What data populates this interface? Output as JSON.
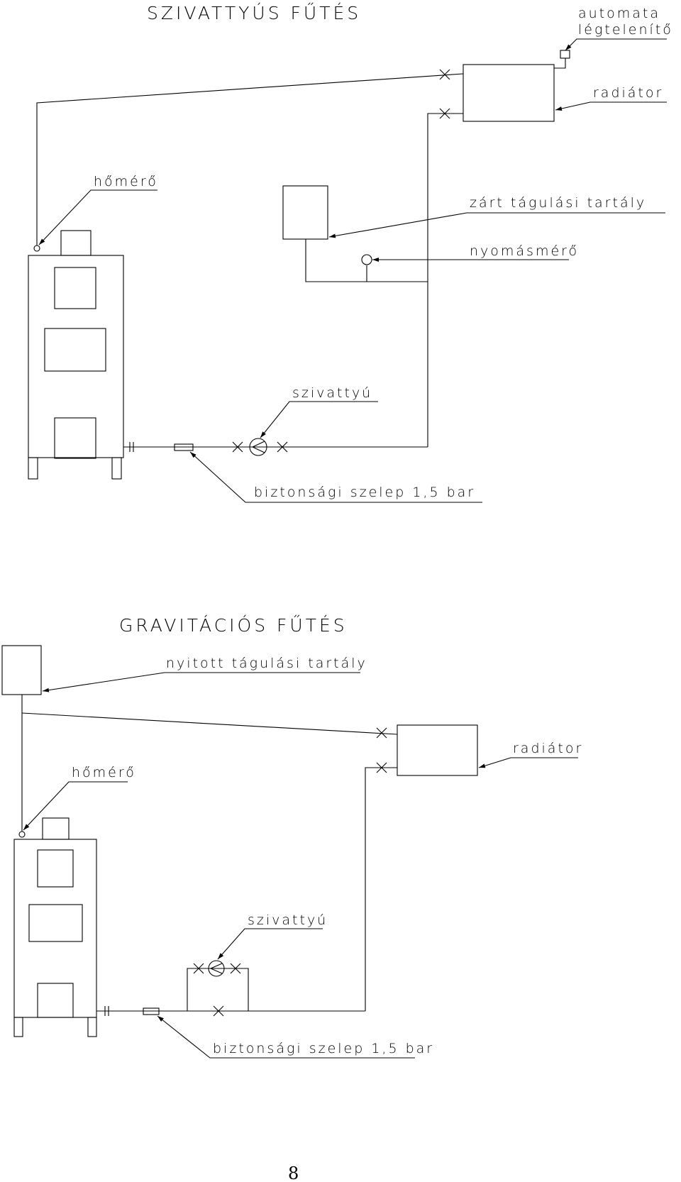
{
  "section1": {
    "title": "SZIVATTYÚS FŰTÉS",
    "labels": {
      "automata_line1": "automata",
      "automata_line2": "légtelenítő",
      "radiator": "radiátor",
      "thermometer": "hőmérő",
      "closed_tank": "zárt tágulási tartály",
      "pressure_gauge": "nyomásmérő",
      "pump": "szivattyú",
      "safety_valve": "biztonsági szelep 1,5 bar"
    }
  },
  "section2": {
    "title": "GRAVITÁCIÓS FŰTÉS",
    "labels": {
      "open_tank": "nyitott tágulási tartály",
      "radiator": "radiátor",
      "thermometer": "hőmérő",
      "pump": "szivattyú",
      "safety_valve": "biztonsági szelep 1,5 bar"
    }
  },
  "page_number": "8"
}
